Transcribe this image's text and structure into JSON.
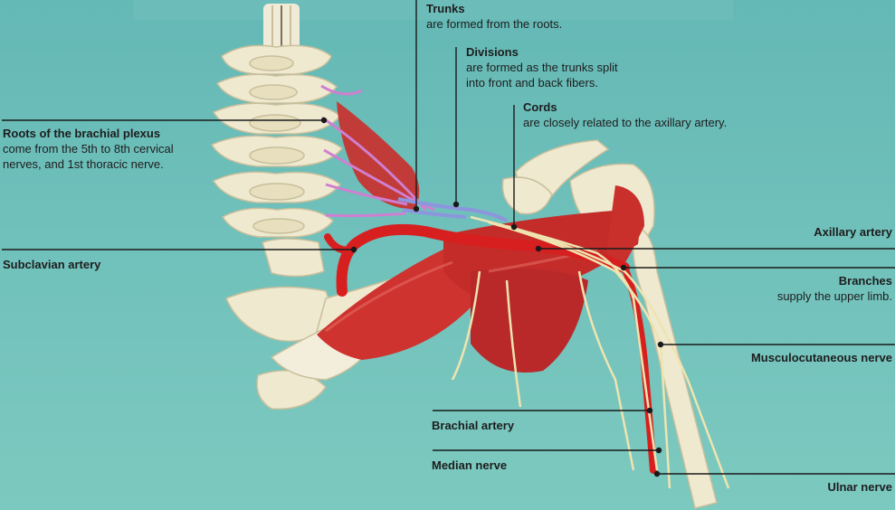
{
  "colors": {
    "background": "#6cbdb8",
    "bone": "#efe9cf",
    "muscle": "#c9302c",
    "artery": "#d81f1f",
    "nerve": "#efe4b0",
    "plexus_roots": "#cf7fd1",
    "plexus_trunks": "#8d95dd",
    "leader_line": "#1a1a1a"
  },
  "labels": {
    "trunks": {
      "title": "Trunks",
      "desc": "are formed from the roots."
    },
    "divisions": {
      "title": "Divisions",
      "desc1": "are formed as the trunks split",
      "desc2": "into front and back fibers."
    },
    "cords": {
      "title": "Cords",
      "desc": "are closely related to the axillary artery."
    },
    "roots": {
      "title": "Roots of the brachial plexus",
      "desc1": "come from the 5th to 8th cervical",
      "desc2": "nerves, and 1st thoracic nerve."
    },
    "subclavian": {
      "title": "Subclavian artery"
    },
    "axillary": {
      "title": "Axillary artery"
    },
    "branches": {
      "title": "Branches",
      "desc": "supply the upper limb."
    },
    "musculocutaneous": {
      "title": "Musculocutaneous nerve"
    },
    "brachial": {
      "title": "Brachial artery"
    },
    "median": {
      "title": "Median nerve"
    },
    "ulnar": {
      "title": "Ulnar nerve"
    }
  }
}
